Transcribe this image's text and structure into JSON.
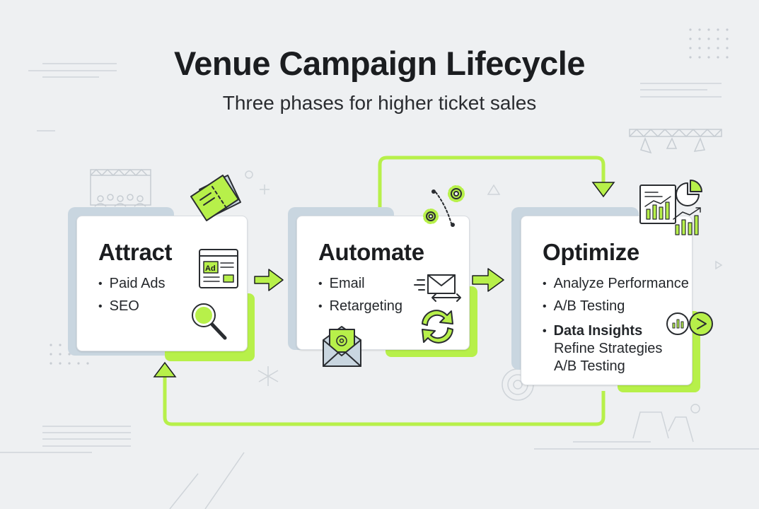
{
  "title": "Venue Campaign Lifecycle",
  "subtitle": "Three phases for higher ticket sales",
  "accent_color": "#b7f04a",
  "shadow_blue": "#c9d6e0",
  "phases": [
    {
      "title": "Attract",
      "items": [
        "Paid Ads",
        "SEO"
      ],
      "icons": [
        "browser-ad-icon",
        "magnifier-icon",
        "ticket-icon",
        "crowd-stage-icon"
      ]
    },
    {
      "title": "Automate",
      "items": [
        "Email",
        "Retargeting"
      ],
      "icons": [
        "email-send-icon",
        "sync-icon",
        "envelope-at-icon",
        "gears-icon"
      ]
    },
    {
      "title": "Optimize",
      "items": [
        "Analyze Performance",
        "A/B Testing",
        "Data Insights"
      ],
      "sub_items": [
        "Refine Strategies",
        "A/B Testing"
      ],
      "icons": [
        "analytics-dashboard-icon",
        "bar-chart-badge-icon",
        "play-badge-icon"
      ]
    }
  ],
  "ad_label": "Ad"
}
